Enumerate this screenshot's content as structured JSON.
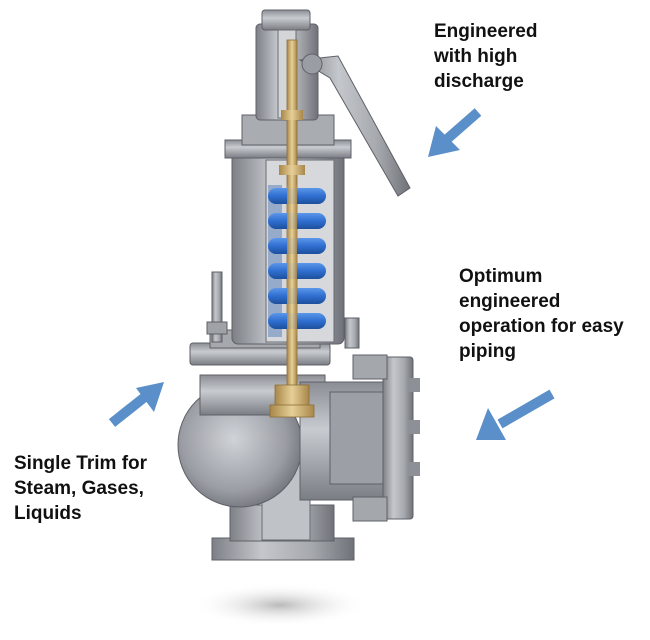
{
  "annotations": {
    "discharge": {
      "lines": [
        "Engineered",
        "with high",
        "discharge"
      ]
    },
    "piping": {
      "lines": [
        "Optimum",
        "engineered",
        "operation for easy",
        "piping"
      ]
    },
    "trim": {
      "lines": [
        "Single Trim for",
        "Steam, Gases,",
        "Liquids"
      ]
    }
  },
  "colors": {
    "arrow": "#5b8fc9",
    "spring": "#2f6fd0",
    "body_metal": "#a9acb1",
    "body_shadow": "#7d8086",
    "brass": "#c9a868",
    "text": "#111111"
  }
}
